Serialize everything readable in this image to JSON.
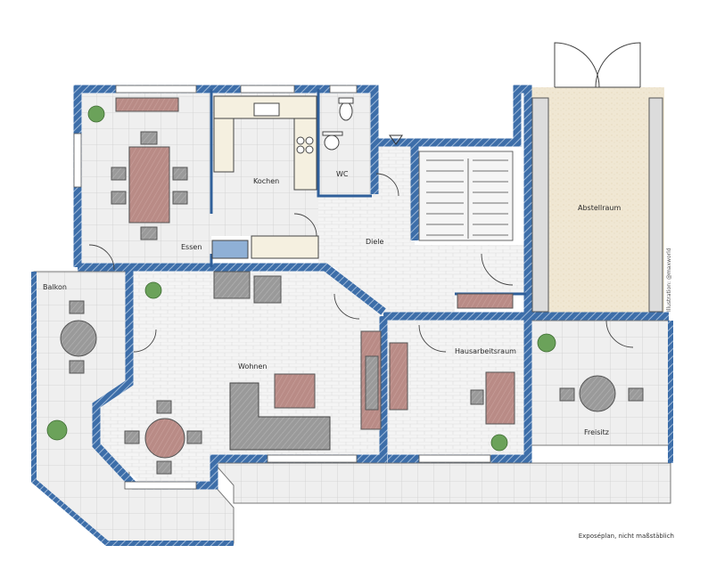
{
  "rooms": {
    "kochen": "Kochen",
    "wc": "WC",
    "essen": "Essen",
    "diele": "Diele",
    "abstellraum": "Abstellraum",
    "balkon": "Balkon",
    "wohnen": "Wohnen",
    "hausarbeitsraum": "Hausarbeitsraum",
    "freisitz": "Freisitz"
  },
  "caption": "Exposéplan, nicht maßstäblich",
  "watermark": "Illustration: @maxworld",
  "colors": {
    "wall": "#2f5f9a",
    "wall_hatch": "#5b86bd",
    "floor_tile": "#ececec",
    "grid": "#c9c9c9",
    "table_red": "#b98b86",
    "chair_gray": "#8e8e8e",
    "storage_floor": "#efe6d2",
    "plant_green": "#6ba25a"
  }
}
